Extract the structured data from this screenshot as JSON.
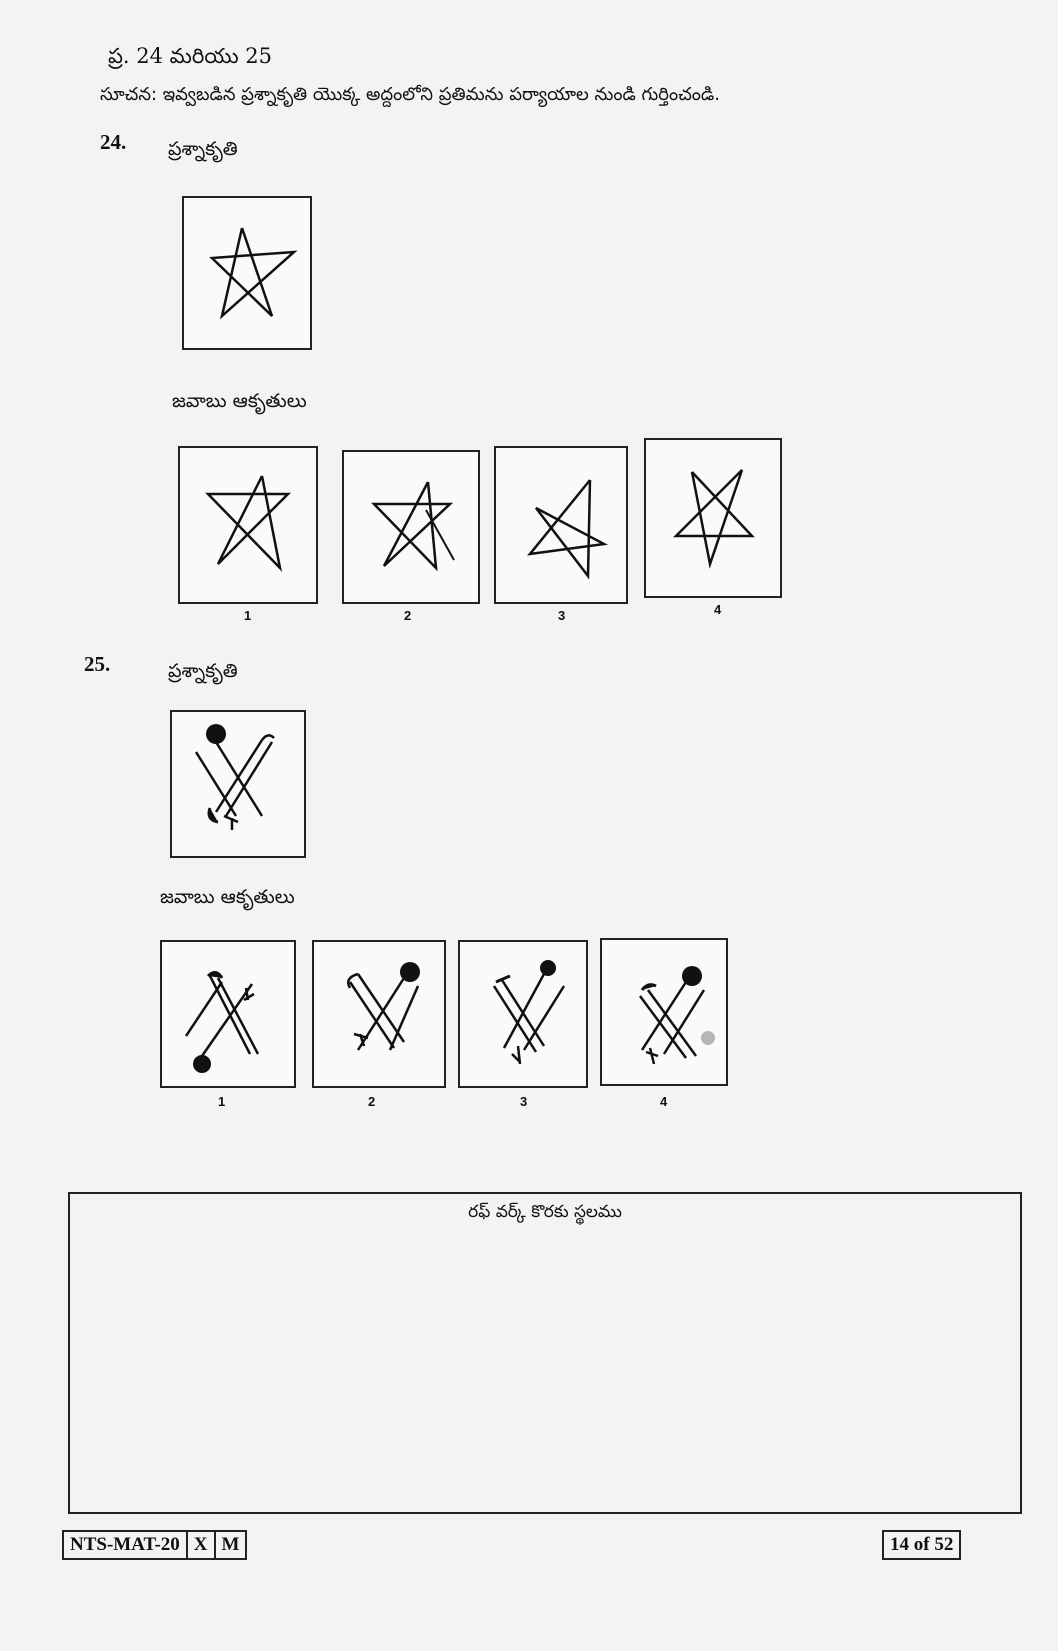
{
  "header": {
    "range": "ప్ర. 24 మరియు 25",
    "instruction": "సూచన: ఇవ్వబడిన ప్రశ్నాకృతి యొక్క అద్దంలోని ప్రతిమను పర్యాయాల నుండి గుర్తించండి."
  },
  "q24": {
    "number": "24.",
    "question_label": "ప్రశ్నాకృతి",
    "answer_label": "జవాబు ఆకృతులు",
    "options": [
      "1",
      "2",
      "3",
      "4"
    ]
  },
  "q25": {
    "number": "25.",
    "question_label": "ప్రశ్నాకృతి",
    "answer_label": "జవాబు ఆకృతులు",
    "options": [
      "1",
      "2",
      "3",
      "4"
    ]
  },
  "rough_work": {
    "title": "రఫ్ వర్క్ కొరకు స్థలము"
  },
  "footer": {
    "code": "NTS-MAT-20",
    "cells": [
      "X",
      "M"
    ],
    "page": "14 of 52"
  }
}
